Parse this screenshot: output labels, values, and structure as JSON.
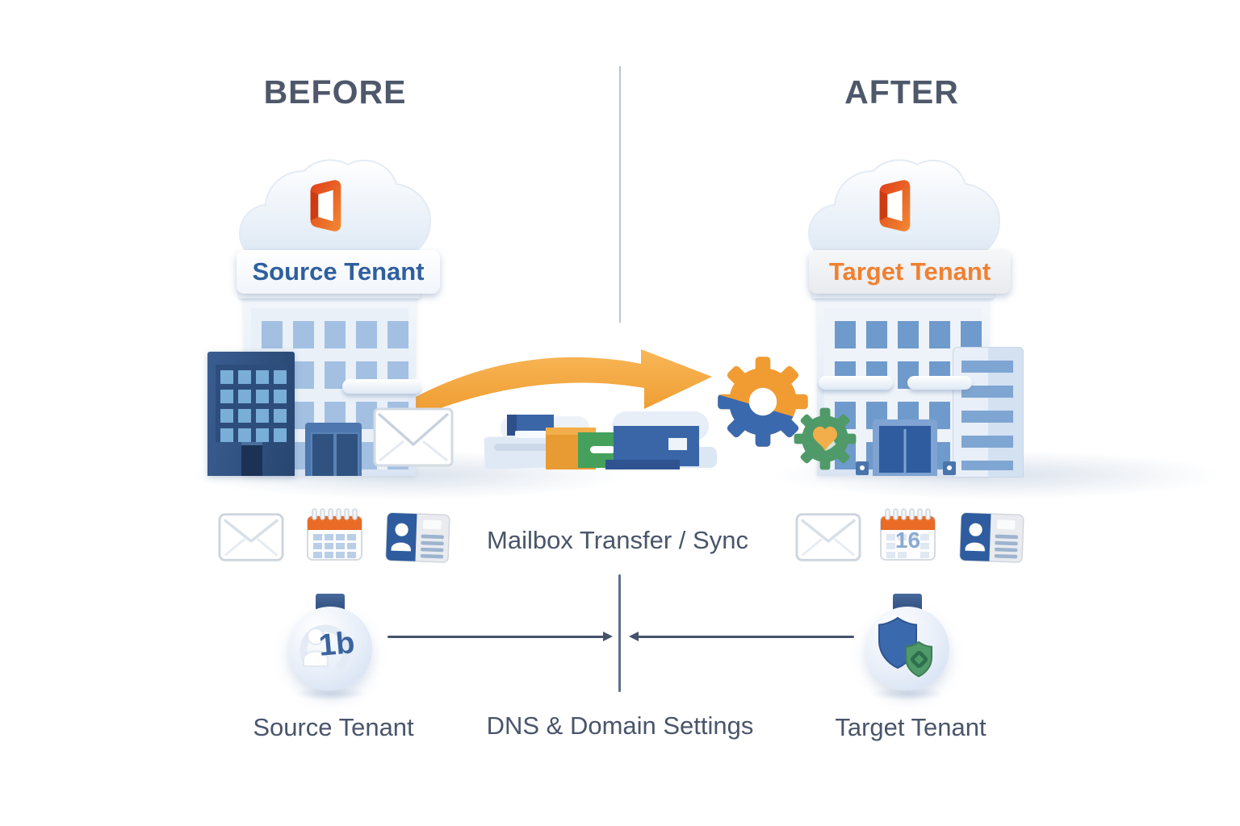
{
  "headings": {
    "before": "BEFORE",
    "after": "AFTER"
  },
  "before_scene": {
    "sign_label": "Source Tenant"
  },
  "after_scene": {
    "sign_label": "Target Tenant",
    "calendar_day": "16"
  },
  "transfer_row": {
    "label": "Mailbox Transfer / Sync"
  },
  "dns_row": {
    "source_label": "Source Tenant",
    "center_label": "DNS & Domain Settings",
    "target_label": "Target Tenant",
    "source_badge": "1b"
  },
  "icons": {
    "cloud": "cloud-shape",
    "office_logo": "office-door-logo",
    "mail": "envelope",
    "calendar": "calendar-grid",
    "contact": "contact-card",
    "transfer_arrow": "curved-right-arrow",
    "gears": "interlocked-gears",
    "heart": "heart-gear",
    "shield": "double-security-shield",
    "connector_right": "arrow-right",
    "connector_left": "arrow-left"
  },
  "colors": {
    "heading_text": "#4e586a",
    "label_text": "#49556a",
    "source_sign_text": "#2f5f9e",
    "target_sign_text": "#f08030",
    "arrow_orange": "#f4a53f",
    "gear_blue": "#3b69ae",
    "gear_orange": "#f09c33",
    "gear_green": "#4f9a68",
    "office_logo_orange": "#e8491f",
    "calendar_header_orange": "#e96b25",
    "dark_building_blue": "#2d4c7c",
    "connector_line": "#45536a"
  }
}
